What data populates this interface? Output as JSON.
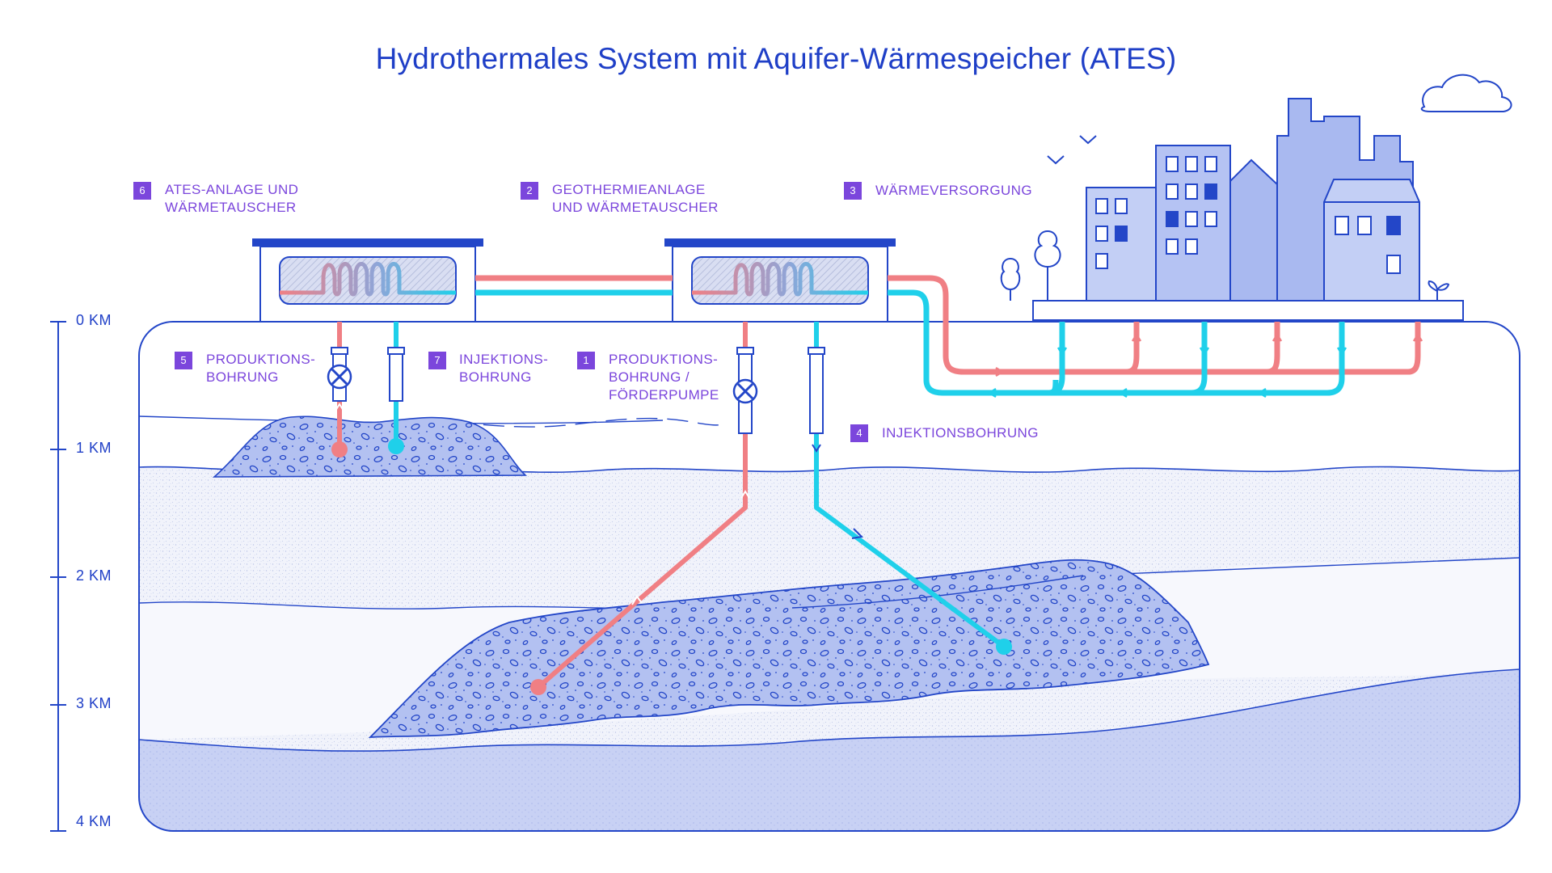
{
  "title": "Hydrothermales System mit Aquifer-Wärmespeicher (ATES)",
  "labels": [
    {
      "num": "6",
      "lines": [
        "ATES-ANLAGE UND",
        "WÄRMETAUSCHER"
      ]
    },
    {
      "num": "2",
      "lines": [
        "GEOTHERMIEANLAGE",
        "UND WÄRMETAUSCHER"
      ]
    },
    {
      "num": "3",
      "lines": [
        "WÄRMEVERSORGUNG"
      ]
    },
    {
      "num": "5",
      "lines": [
        "PRODUKTIONS-",
        "BOHRUNG"
      ]
    },
    {
      "num": "7",
      "lines": [
        "INJEKTIONS-",
        "BOHRUNG"
      ]
    },
    {
      "num": "1",
      "lines": [
        "PRODUKTIONS-",
        "BOHRUNG /",
        "FÖRDERPUMPE"
      ]
    },
    {
      "num": "4",
      "lines": [
        "INJEKTIONSBOHRUNG"
      ]
    }
  ],
  "depth_scale": [
    "0 KM",
    "1 KM",
    "2 KM",
    "3 KM",
    "4 KM"
  ],
  "colors": {
    "title": "#1f3fc7",
    "label": "#7b46dc",
    "hot_pipe": "#f07f84",
    "cold_pipe": "#1fd0ea",
    "outline": "#2346c8",
    "building": "#a9b9f0",
    "aquifer": "#b7c4f1",
    "deep_layer": "#c7d1f4",
    "sediment": "#eef1fb"
  },
  "icons": [
    "cloud-icon",
    "bird-icon",
    "tree-icon",
    "plant-icon",
    "pump-icon",
    "heat-exchanger-coil-icon"
  ]
}
